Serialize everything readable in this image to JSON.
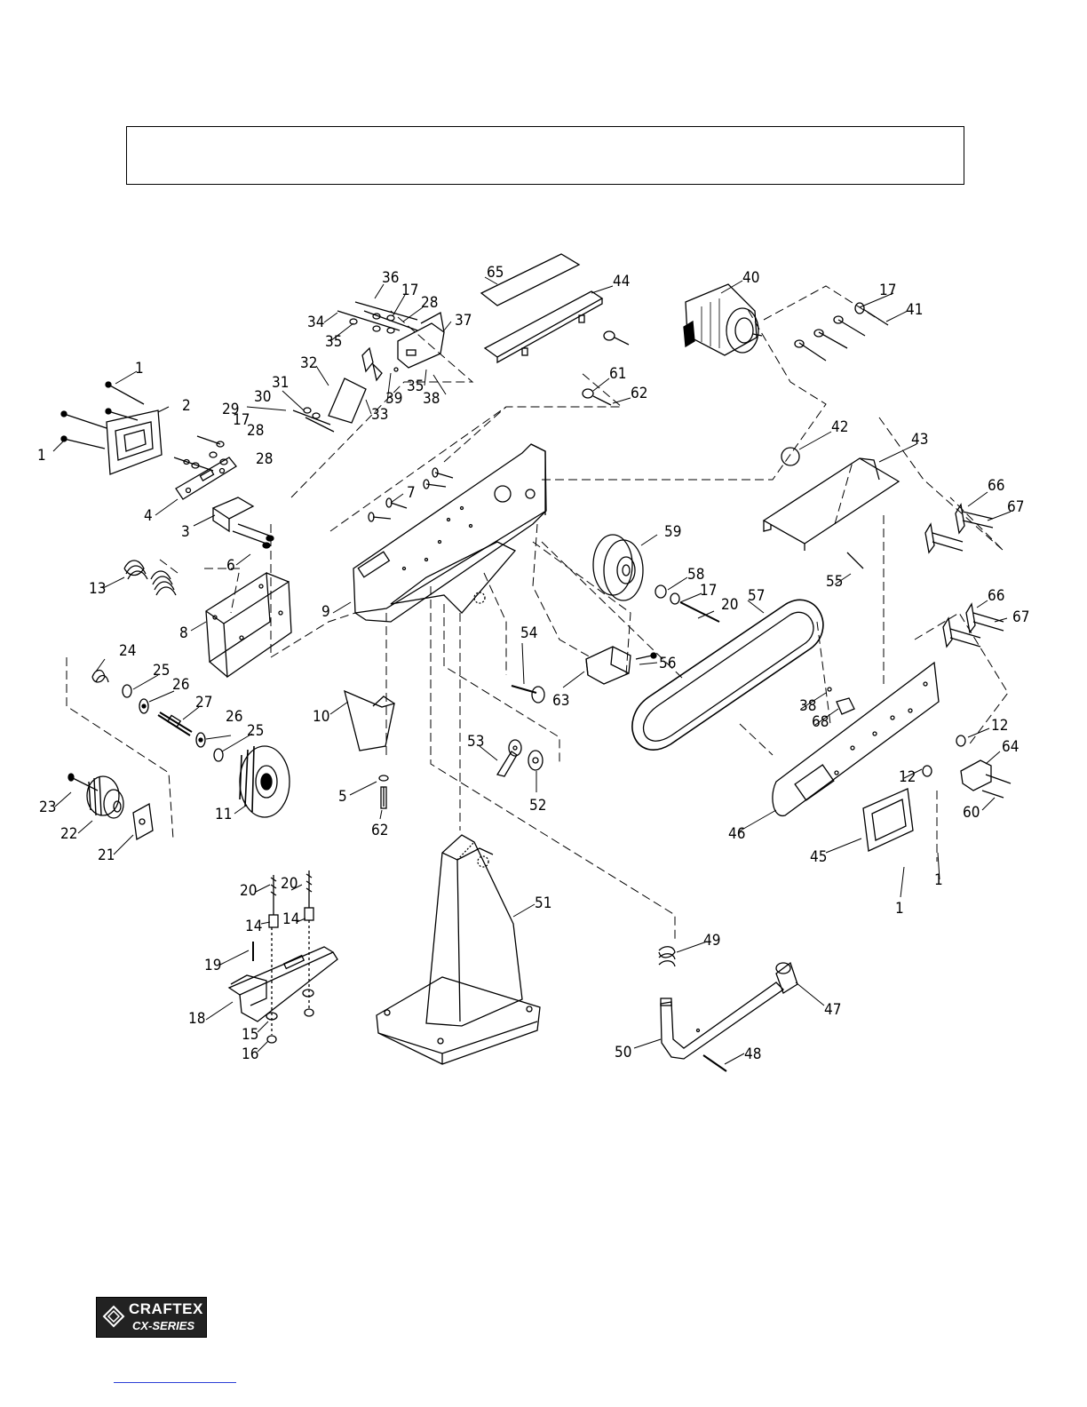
{
  "title": "",
  "labels": {
    "l1a": "1",
    "l1b": "1",
    "l1c": "1",
    "l1d": "1",
    "l2": "2",
    "l3": "3",
    "l4": "4",
    "l5": "5",
    "l6": "6",
    "l7": "7",
    "l8": "8",
    "l9": "9",
    "l10": "10",
    "l11": "11",
    "l12a": "12",
    "l12b": "12",
    "l13": "13",
    "l14a": "14",
    "l14b": "14",
    "l15": "15",
    "l16": "16",
    "l17a": "17",
    "l17b": "17",
    "l17c": "17",
    "l17d": "17",
    "l18": "18",
    "l19": "19",
    "l20a": "20",
    "l20b": "20",
    "l20c": "20",
    "l21": "21",
    "l22": "22",
    "l23": "23",
    "l24": "24",
    "l25a": "25",
    "l25b": "25",
    "l26a": "26",
    "l26b": "26",
    "l27": "27",
    "l28a": "28",
    "l28b": "28",
    "l28c": "28",
    "l29": "29",
    "l30": "30",
    "l31": "31",
    "l32": "32",
    "l33": "33",
    "l34": "34",
    "l35a": "35",
    "l35b": "35",
    "l36": "36",
    "l37": "37",
    "l38a": "38",
    "l38b": "38",
    "l39": "39",
    "l40": "40",
    "l41": "41",
    "l42": "42",
    "l43": "43",
    "l44": "44",
    "l45": "45",
    "l46": "46",
    "l47": "47",
    "l48": "48",
    "l49": "49",
    "l50": "50",
    "l51": "51",
    "l52": "52",
    "l53": "53",
    "l54": "54",
    "l55": "55",
    "l56": "56",
    "l57": "57",
    "l58": "58",
    "l59": "59",
    "l60": "60",
    "l61": "61",
    "l62a": "62",
    "l62b": "62",
    "l63": "63",
    "l64": "64",
    "l65": "65",
    "l66a": "66",
    "l66b": "66",
    "l67a": "67",
    "l67b": "67",
    "l68": "68"
  },
  "logo": {
    "line1": "CRAFTEX",
    "line2": "CX-SERIES"
  }
}
